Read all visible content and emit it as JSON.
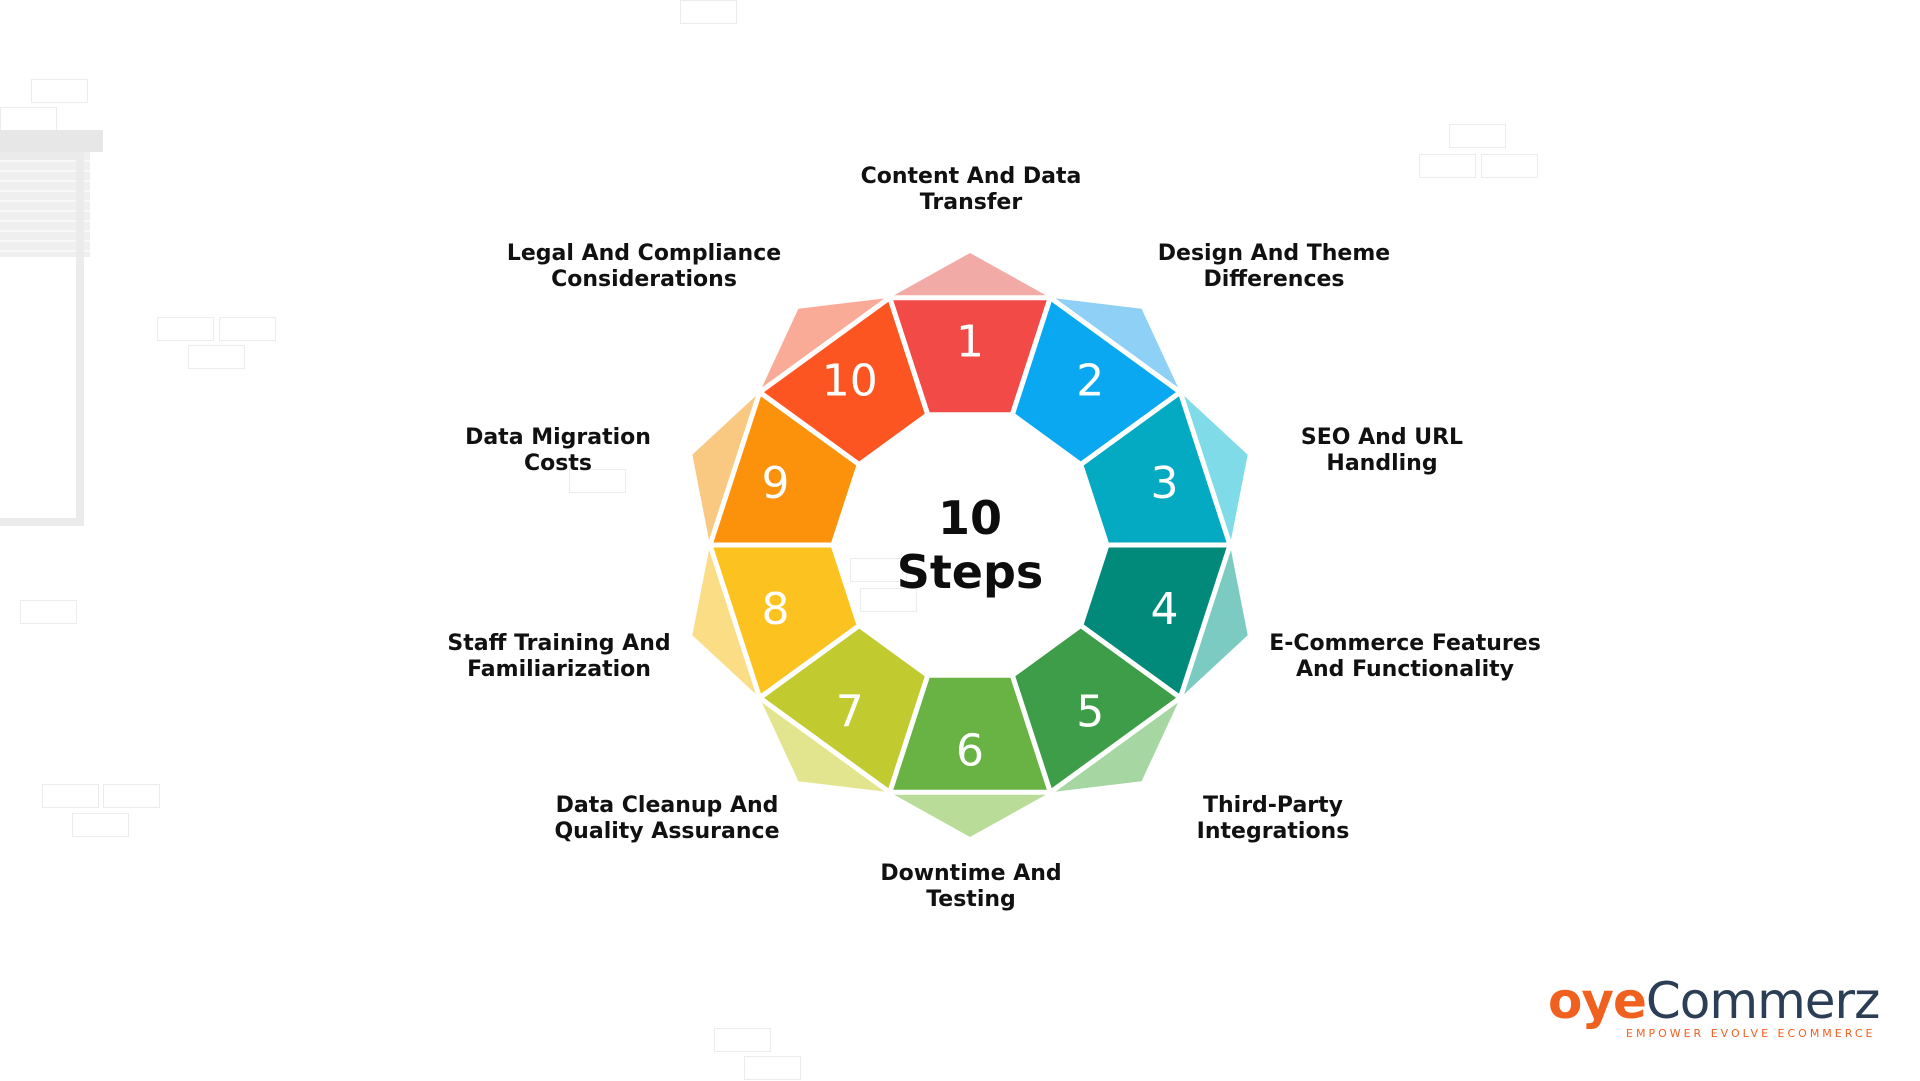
{
  "center": {
    "line1": "10",
    "line2": "Steps"
  },
  "steps": [
    {
      "number": "1",
      "label": "Content And Data\nTransfer",
      "color": "#f24a46",
      "tint": "#f2aaa7"
    },
    {
      "number": "2",
      "label": "Design And Theme\nDifferences",
      "color": "#0aa8f0",
      "tint": "#8fd0f6"
    },
    {
      "number": "3",
      "label": "SEO And URL\nHandling",
      "color": "#04a9c2",
      "tint": "#7fdbe8"
    },
    {
      "number": "4",
      "label": "E-Commerce Features\nAnd Functionality",
      "color": "#018a79",
      "tint": "#7ccbc2"
    },
    {
      "number": "5",
      "label": "Third-Party\nIntegrations",
      "color": "#3e9d48",
      "tint": "#a6d6a2"
    },
    {
      "number": "6",
      "label": "Downtime And\nTesting",
      "color": "#69b345",
      "tint": "#b9dc98"
    },
    {
      "number": "7",
      "label": "Data Cleanup And\nQuality Assurance",
      "color": "#c1ca2e",
      "tint": "#e2e48e"
    },
    {
      "number": "8",
      "label": "Staff Training And\nFamiliarization",
      "color": "#fcc320",
      "tint": "#fbdd85"
    },
    {
      "number": "9",
      "label": "Data Migration\nCosts",
      "color": "#fc910c",
      "tint": "#f9c981"
    },
    {
      "number": "10",
      "label": "Legal And Compliance\nConsiderations",
      "color": "#fd5522",
      "tint": "#f9ab98"
    }
  ],
  "brand": {
    "prefix": "oye",
    "name": "Commerz",
    "tagline": "EMPOWER EVOLVE ECOMMERCE"
  }
}
